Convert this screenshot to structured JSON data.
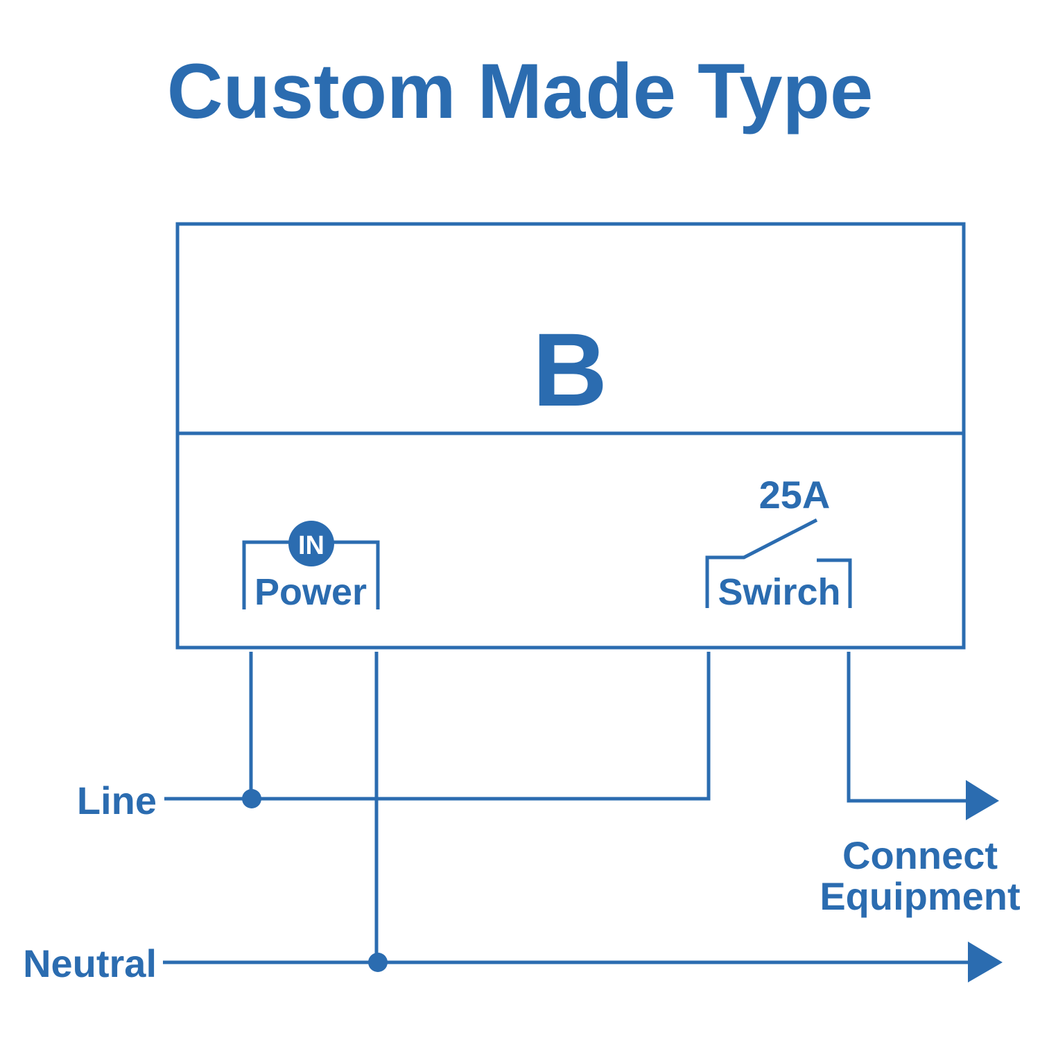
{
  "title": "Custom Made Type",
  "module_label": "B",
  "power": {
    "badge": "IN",
    "label": "Power"
  },
  "switch": {
    "rating": "25A",
    "label": "Swirch"
  },
  "lines": {
    "line_label": "Line",
    "neutral_label": "Neutral",
    "output_label_1": "Connect",
    "output_label_2": "Equipment"
  },
  "colors": {
    "primary": "#2b6cb0",
    "background": "#ffffff"
  }
}
